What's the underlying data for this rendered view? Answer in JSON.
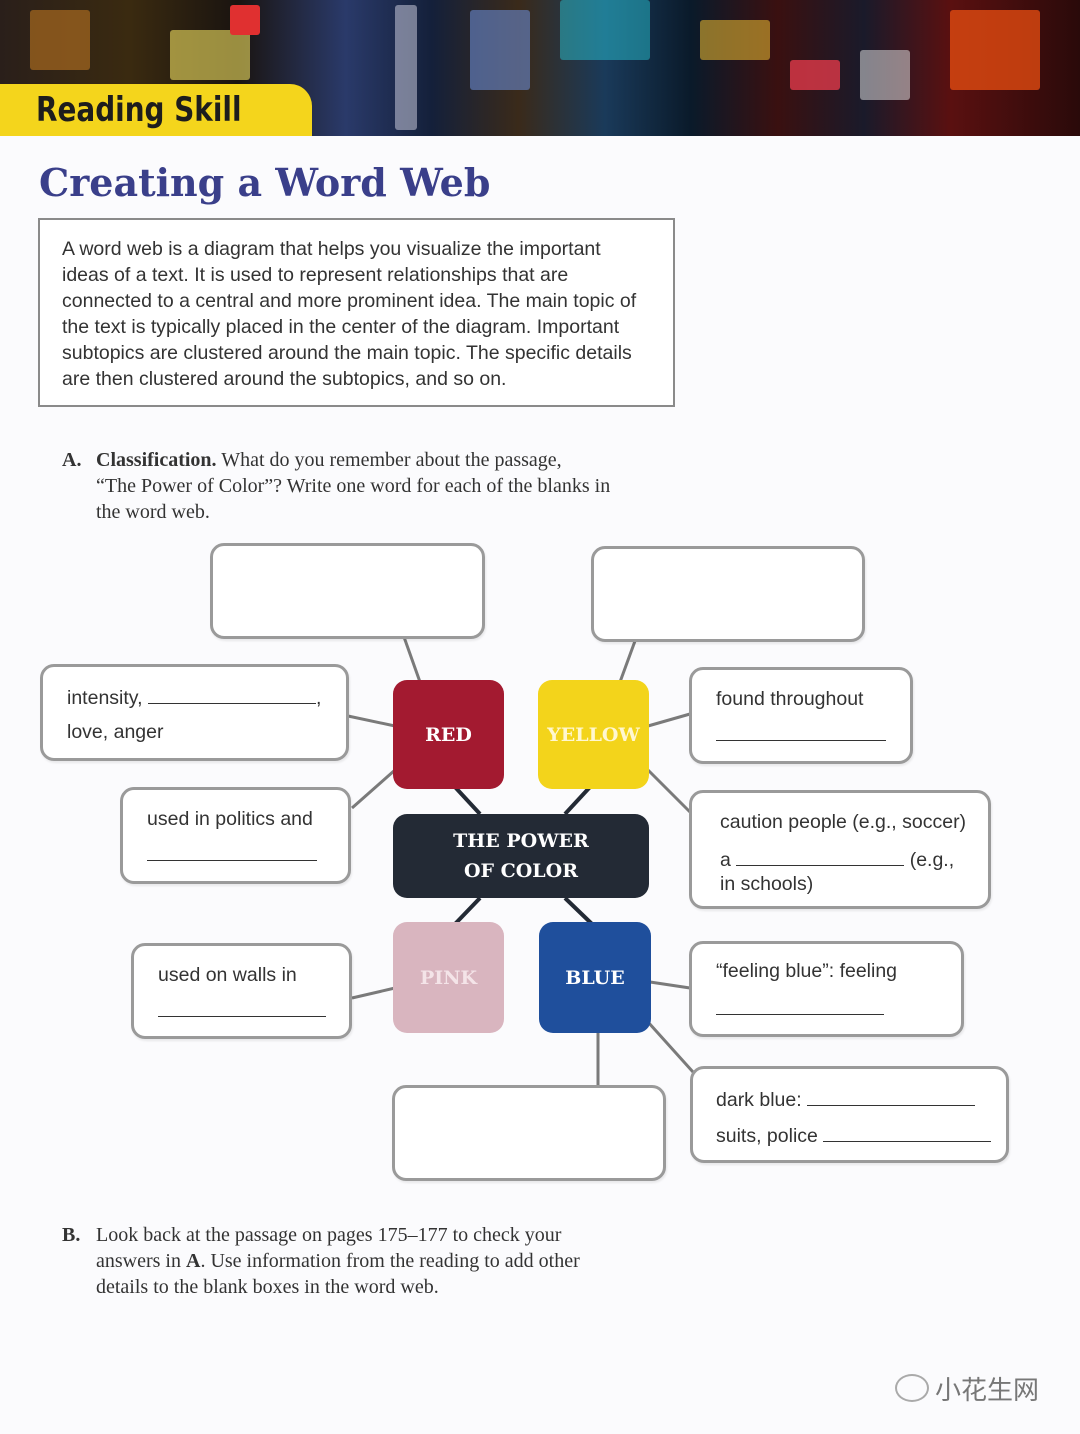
{
  "header": {
    "section_label": "Reading Skill"
  },
  "title": "Creating a Word Web",
  "intro": {
    "lines": [
      "A word web is a diagram that helps you visualize the important",
      "ideas of a text. It is used to represent relationships that are",
      "connected to a central and more prominent idea. The main topic of",
      "the text is typically placed in the center of the diagram. Important",
      "subtopics are clustered around the main topic. The specific details",
      "are then clustered around the subtopics, and so on."
    ]
  },
  "exercise_a": {
    "label": "A.",
    "heading": "Classification.",
    "line1": "What do you remember about the passage,",
    "line2": "“The Power of Color”? Write one word for each of the blanks in",
    "line3": "the word web."
  },
  "web": {
    "center_line1": "THE POWER",
    "center_line2": "OF COLOR",
    "red": "RED",
    "yellow": "YELLOW",
    "pink": "PINK",
    "blue": "BLUE",
    "red_box1_a": "intensity,",
    "red_box1_comma": ",",
    "red_box1_b": "love, anger",
    "red_box2": "used in politics and",
    "yellow_box1": "found throughout",
    "yellow_box2_a": "caution people (e.g., soccer)",
    "yellow_box2_b": "a",
    "yellow_box2_b2": "(e.g.,",
    "yellow_box2_c": "in schools)",
    "pink_box": "used on walls in",
    "blue_box1": "“feeling blue”: feeling",
    "blue_box2_a": "dark blue:",
    "blue_box2_b": "suits, police"
  },
  "exercise_b": {
    "label": "B.",
    "line1": "Look back at the passage on pages 175–177 to check your",
    "line2_pre": "answers in",
    "line2_bold": "A",
    "line2_post": ". Use information from the reading to add other",
    "line3": "details to the blank boxes in the word web."
  },
  "watermark": "小花生网",
  "colors": {
    "red": "#a31a30",
    "yellow": "#f3d41b",
    "pink": "#d9b5bf",
    "blue": "#1f4f9c",
    "center": "#232a35",
    "title": "#3a3f8a",
    "tab": "#f4d51c"
  }
}
